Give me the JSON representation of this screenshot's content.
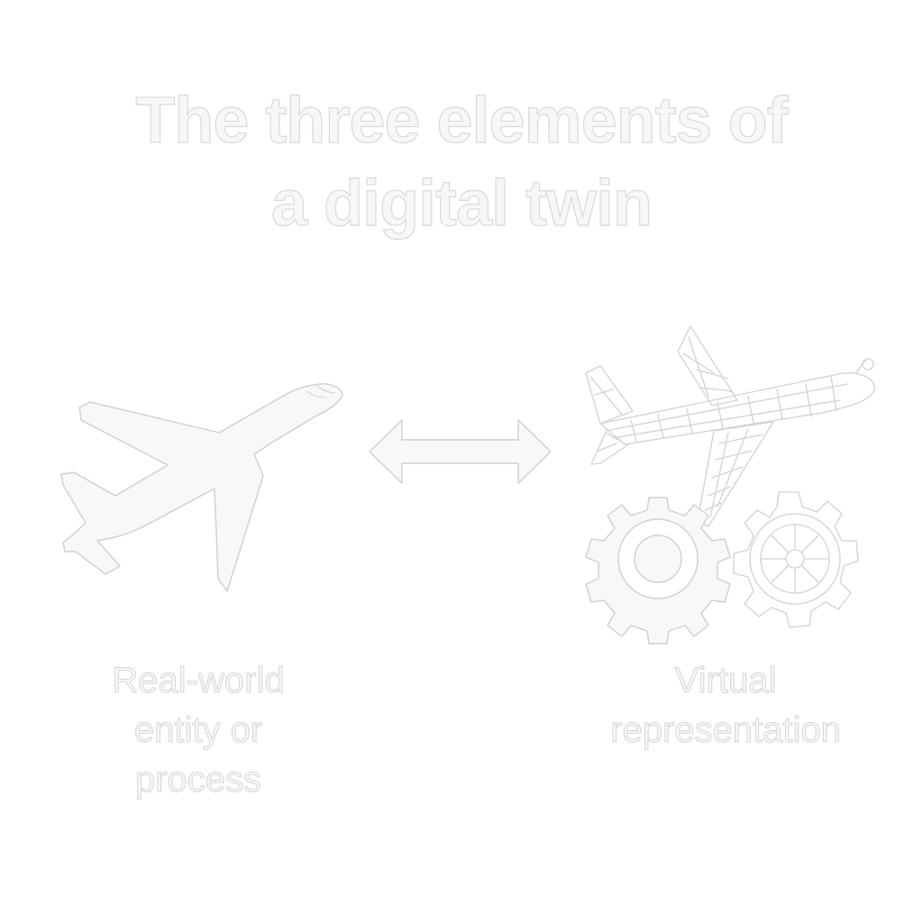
{
  "title": {
    "line1": "The three elements of",
    "line2": "a digital twin"
  },
  "left_caption": {
    "line1": "Real-world",
    "line2": "entity or",
    "line3": "process"
  },
  "right_caption": {
    "line1": "Virtual",
    "line2": "representation"
  },
  "icons": {
    "physical": "airplane-icon",
    "link": "double-arrow-icon",
    "virtual_plane": "wireframe-airplane-icon",
    "gear_large": "gear-icon",
    "gear_small": "wireframe-gear-icon"
  },
  "colors": {
    "background": "#ffffff",
    "fill": "#f7f7f7",
    "outline": "#d0d0d0"
  }
}
